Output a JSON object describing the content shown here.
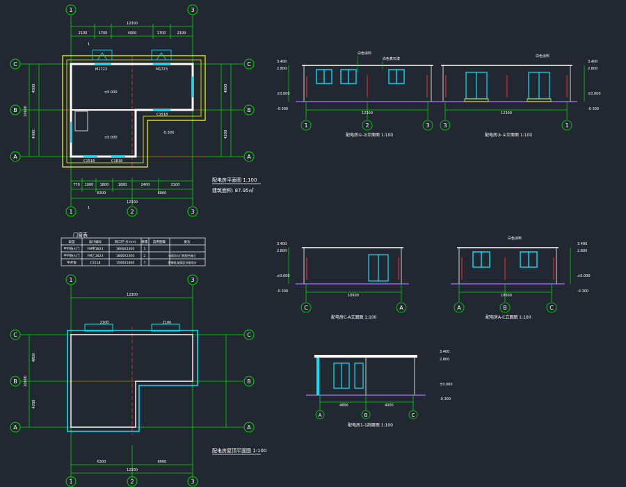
{
  "colors": {
    "background": "#222831",
    "grid": "#00dd00",
    "wall": "#ffffff",
    "outline": "#ffff00",
    "dimension": "#00ff00",
    "window": "#00e5ff",
    "axis_line": "#ff3030",
    "ground": "#b070ff",
    "text": "#ffffff"
  },
  "axes": {
    "col_1": "1",
    "col_2": "2",
    "col_3": "3",
    "row_a": "A",
    "row_b": "B",
    "row_c": "C"
  },
  "plan1": {
    "total_width": "12300",
    "dims_top": [
      "2100",
      "1700",
      "4000",
      "1700",
      "2100"
    ],
    "dims_bottom": [
      "770",
      "1000",
      "1800",
      "1680",
      "2400",
      "2100"
    ],
    "subtotal_left": "6300",
    "subtotal_right": "6000",
    "dims_left": [
      "4000",
      "4000"
    ],
    "dims_right": [
      "4800",
      "4200"
    ],
    "total_height": "10600",
    "door_labels": [
      "M1723",
      "M1723"
    ],
    "window_labels": [
      "C1518",
      "C1818",
      "C1518"
    ],
    "elev_labels": [
      "±0.000",
      "±0.000",
      "-0.300"
    ],
    "section_mark": "1",
    "title": "配电房平面图 1:100",
    "area_note": "建筑面积: 87.95㎡"
  },
  "schedule": {
    "title": "门窗表",
    "headers": [
      "类型",
      "设计编号",
      "洞口尺寸(mm)",
      "数量",
      "选用图集",
      "备注"
    ],
    "rows": [
      [
        "平开防火门",
        "FM甲1823",
        "1800X2300",
        "1",
        "",
        ""
      ],
      [
        "平开防火门",
        "FM乙1823",
        "1800X2300",
        "2",
        "",
        "电缆沟与门框配合施工"
      ],
      [
        "平开窗",
        "C1518",
        "1500X1800",
        "7",
        "",
        "塑钢框,玻璃见节能设计"
      ]
    ]
  },
  "elev1": {
    "elevations": [
      "3.400",
      "2.800",
      "±0.000",
      "-0.300"
    ],
    "notes": [
      "白色涂料",
      "白色真石漆"
    ],
    "axes": [
      "1",
      "2",
      "3"
    ],
    "dim": "12300",
    "title": "配电房①-③立面图 1:100"
  },
  "elev2": {
    "elevations": [
      "3.400",
      "2.800",
      "±0.000",
      "-0.300"
    ],
    "notes": [
      "白色涂料"
    ],
    "axes": [
      "3",
      "1"
    ],
    "dim": "12300",
    "title": "配电房③-①立面图 1:100"
  },
  "elev3": {
    "elevations": [
      "3.400",
      "2.800",
      "±0.000",
      "-0.300"
    ],
    "axes": [
      "C",
      "A"
    ],
    "dim": "10600",
    "title": "配电房C-A立面图 1:100"
  },
  "elev4": {
    "elevations": [
      "3.400",
      "2.800",
      "±0.000",
      "-0.300"
    ],
    "notes": [
      "白色涂料"
    ],
    "axes": [
      "A",
      "B",
      "C"
    ],
    "dim": "10600",
    "title": "配电房A-C立面图 1:100"
  },
  "section": {
    "elevations": [
      "3.400",
      "2.800",
      "±0.000",
      "-0.300"
    ],
    "axes": [
      "A",
      "B",
      "C"
    ],
    "dims": [
      "4800",
      "4000"
    ],
    "title": "配电房1-1剖面图 1:100"
  },
  "plan2": {
    "total_width": "12300",
    "dims_top": [
      "2100",
      "2100"
    ],
    "dims_bottom": [
      "6300",
      "6000"
    ],
    "dims_left": [
      "4800",
      "4200"
    ],
    "total_height": "10600",
    "title": "配电房屋顶平面图 1:100"
  }
}
